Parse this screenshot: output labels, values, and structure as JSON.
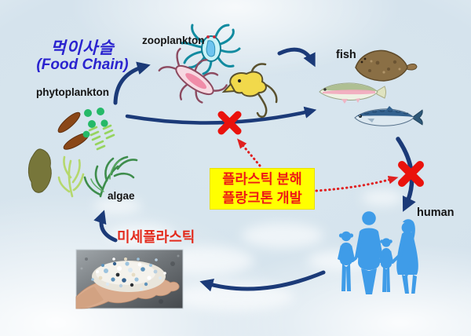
{
  "title": {
    "korean": "먹이사슬",
    "english": "(Food Chain)"
  },
  "labels": {
    "zooplankton": "zooplankton",
    "phytoplankton": "phytoplankton",
    "algae": "algae",
    "fish": "fish",
    "human": "human",
    "microplastics": "미세플라스틱"
  },
  "callout": {
    "line1": "플라스틱 분해",
    "line2": "플랑크톤 개발"
  },
  "colors": {
    "arrow_navy": "#1b3a78",
    "blocked_red": "#ea120c",
    "dotted_red": "#e02020",
    "callout_bg": "#ffff00",
    "callout_text": "#ee1a14",
    "title_blue": "#2a23cf",
    "human_blue": "#3f9ce8",
    "label_black": "#141414",
    "microplastics_red": "#e32b1d"
  },
  "flows": [
    {
      "from": "phytoplankton",
      "to": "zooplankton",
      "style": "solid-arrow",
      "blocked": false
    },
    {
      "from": "zooplankton",
      "to": "fish",
      "style": "solid-arrow",
      "blocked": false
    },
    {
      "from": "phytoplankton",
      "to": "fish",
      "style": "solid-arrow",
      "blocked": true
    },
    {
      "from": "fish",
      "to": "human",
      "style": "solid-arrow",
      "blocked": true
    },
    {
      "from": "human",
      "to": "microplastics",
      "style": "solid-arrow",
      "blocked": false
    },
    {
      "from": "microplastics",
      "to": "algae",
      "style": "solid-arrow",
      "blocked": false
    },
    {
      "from": "callout",
      "to": "blocked-phytoplankton-fish",
      "style": "dotted-arrow",
      "blocked": false
    },
    {
      "from": "callout",
      "to": "blocked-fish-human",
      "style": "dotted-arrow",
      "blocked": false
    }
  ]
}
